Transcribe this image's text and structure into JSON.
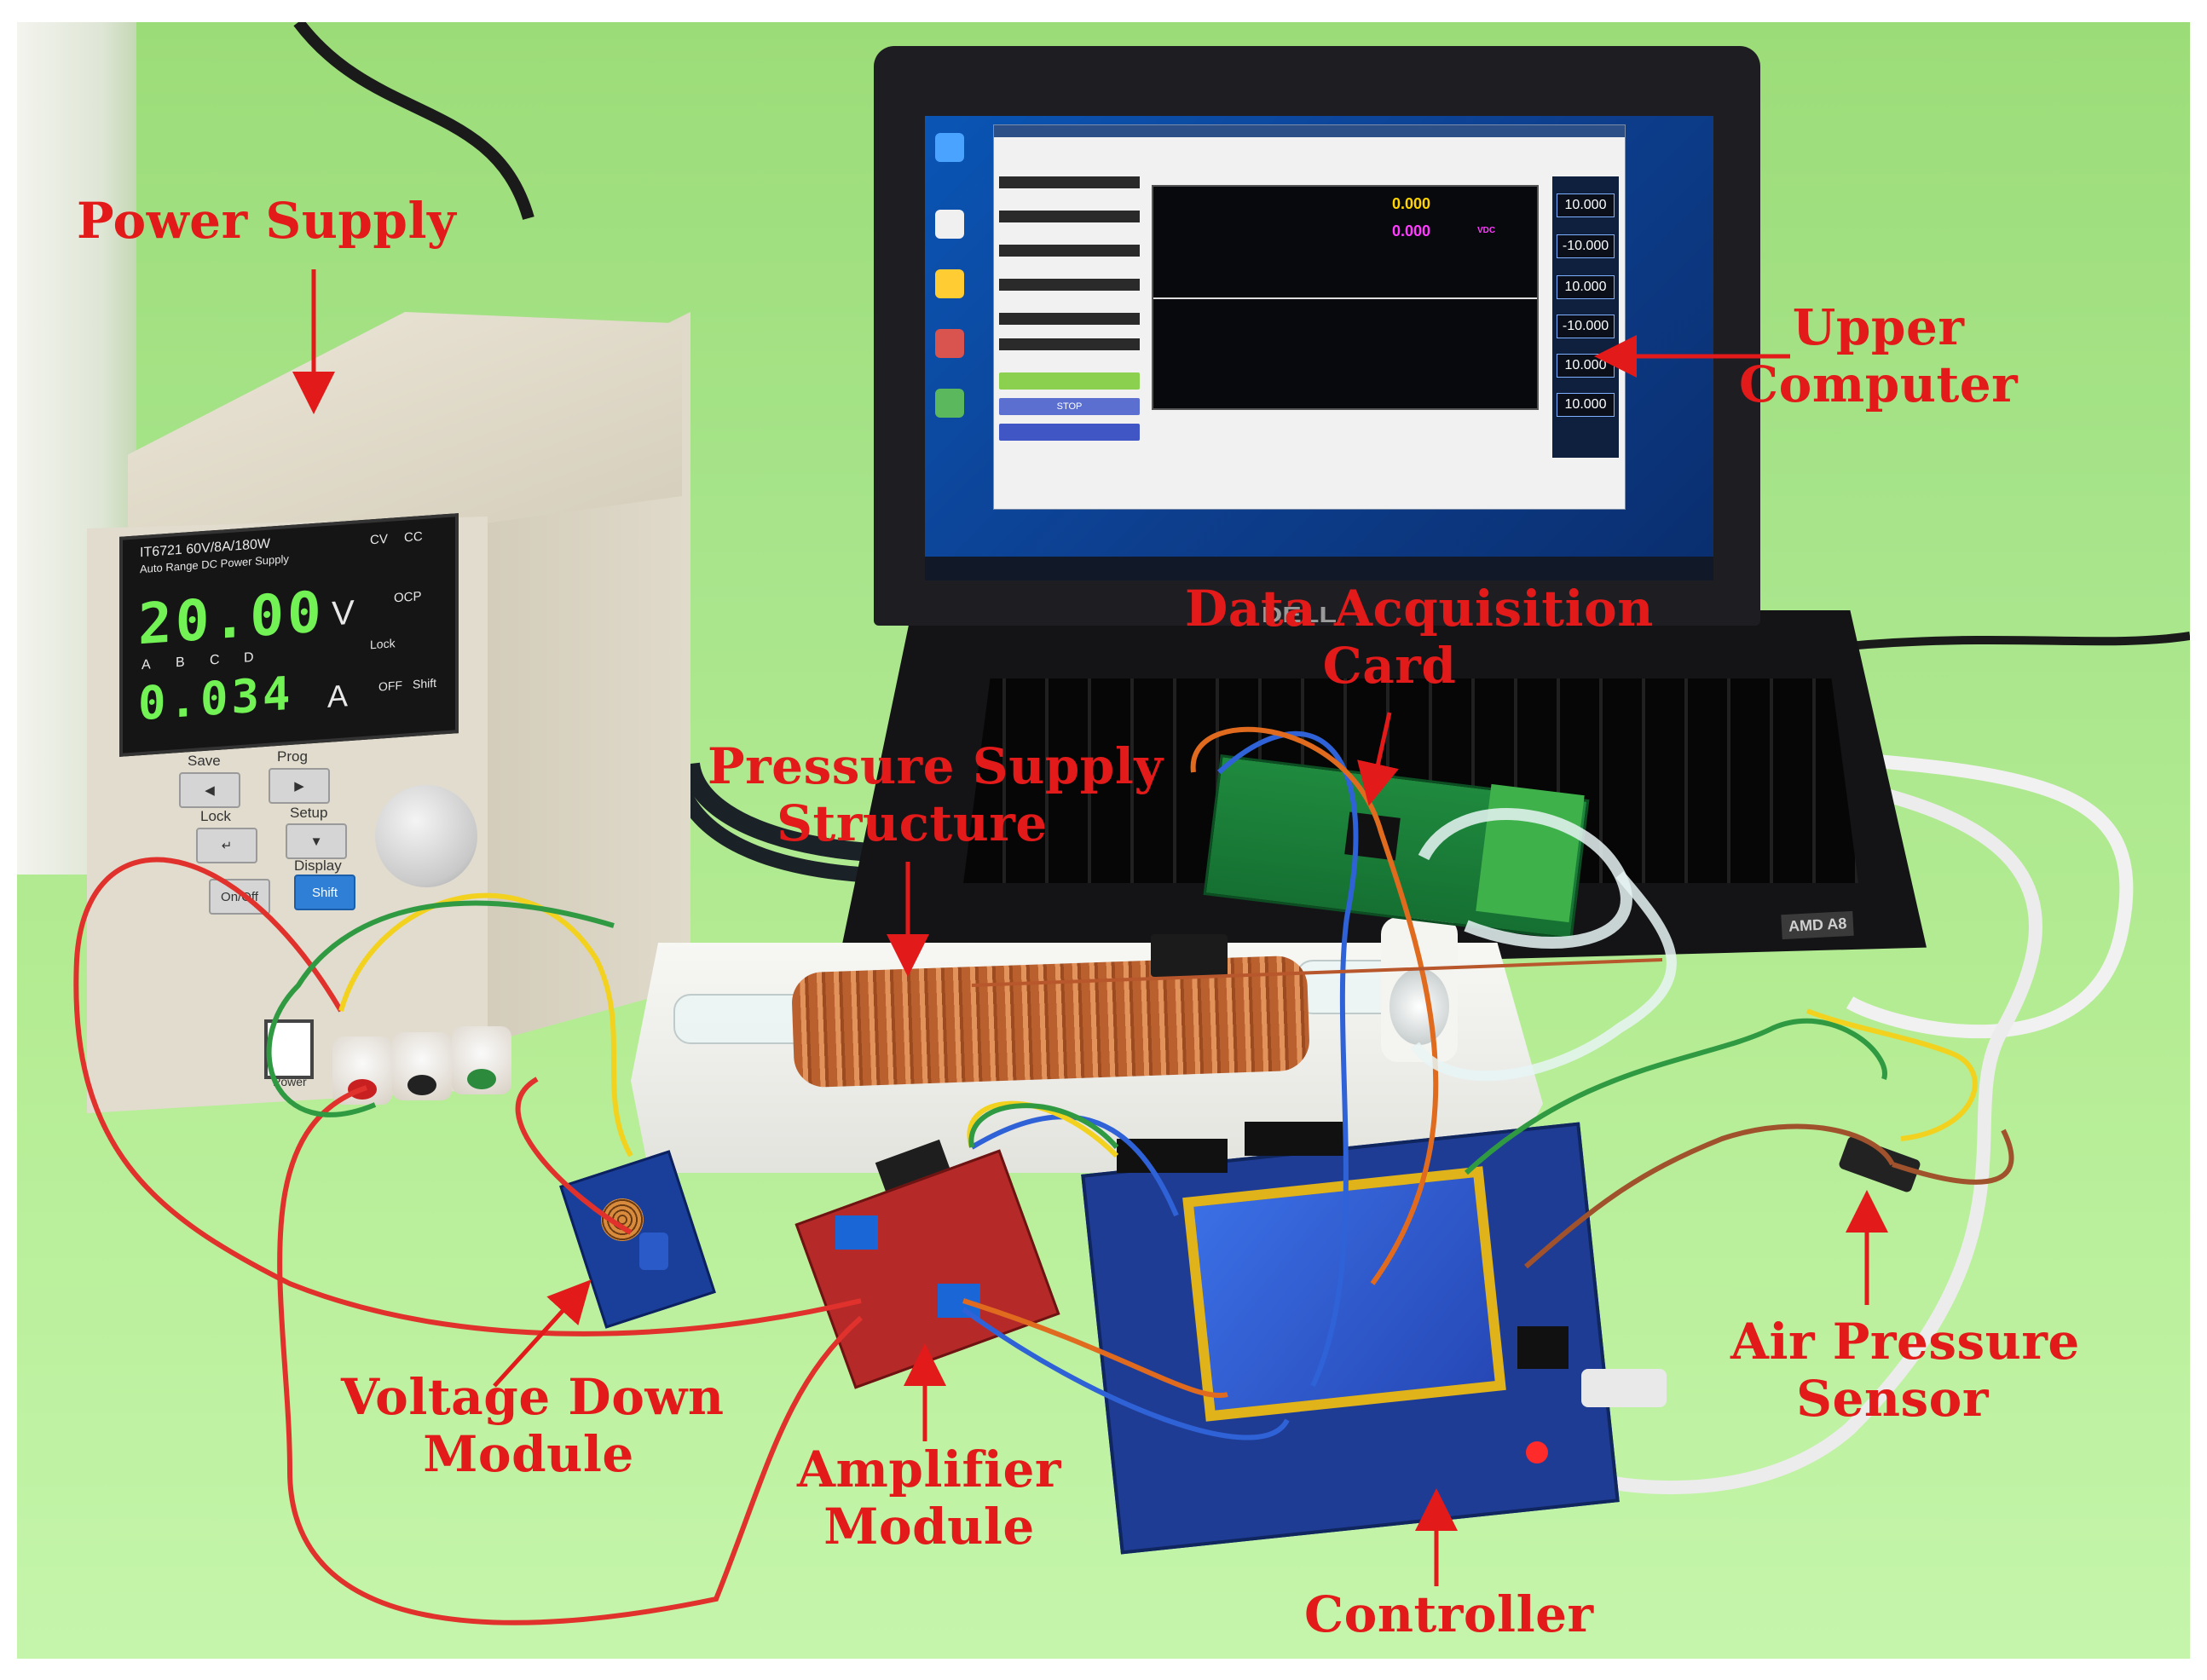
{
  "labels": {
    "power_supply": "Power Supply",
    "upper_computer": [
      "Upper",
      "Computer"
    ],
    "data_acquisition_card": [
      "Data Acquisition",
      "Card"
    ],
    "pressure_supply_structure": [
      "Pressure Supply",
      "Structure"
    ],
    "voltage_down_module": [
      "Voltage Down",
      "Module"
    ],
    "amplifier_module": [
      "Amplifier",
      "Module"
    ],
    "controller": "Controller",
    "air_pressure_sensor": [
      "Air Pressure",
      "Sensor"
    ]
  },
  "power_supply_panel": {
    "model": "IT6721 60V/8A/180W",
    "subtitle": "Auto Range DC Power Supply",
    "voltage_display": "20.00",
    "voltage_unit": "V",
    "current_display": "0.034",
    "current_unit": "A",
    "mode_labels": [
      "CV",
      "CC",
      "OCP",
      "Lock",
      "OFF",
      "Shift"
    ],
    "channel_labels": [
      "A",
      "B",
      "C",
      "D"
    ],
    "buttons": [
      "Save",
      "Prog",
      "Lock",
      "Setup",
      "Display",
      "On/Off",
      "Shift"
    ],
    "power_label": "Power"
  },
  "upper_computer_screen": {
    "voltage_readout": "0.000",
    "voltage_unit": "VDC",
    "second_readout": "0.000",
    "second_unit": "VDC",
    "side_values": [
      "10.000",
      "-10.000",
      "10.000",
      "-10.000",
      "10.000",
      "10.000"
    ],
    "stop_button": "STOP",
    "laptop_brand": "DELL",
    "cpu_badge": "AMD A8"
  },
  "colors": {
    "label_red": "#e21a1a",
    "background_green": "#a7e48a",
    "display_green": "#72f255",
    "readout_yellow": "#ffd400",
    "readout_magenta": "#ff3cff"
  }
}
